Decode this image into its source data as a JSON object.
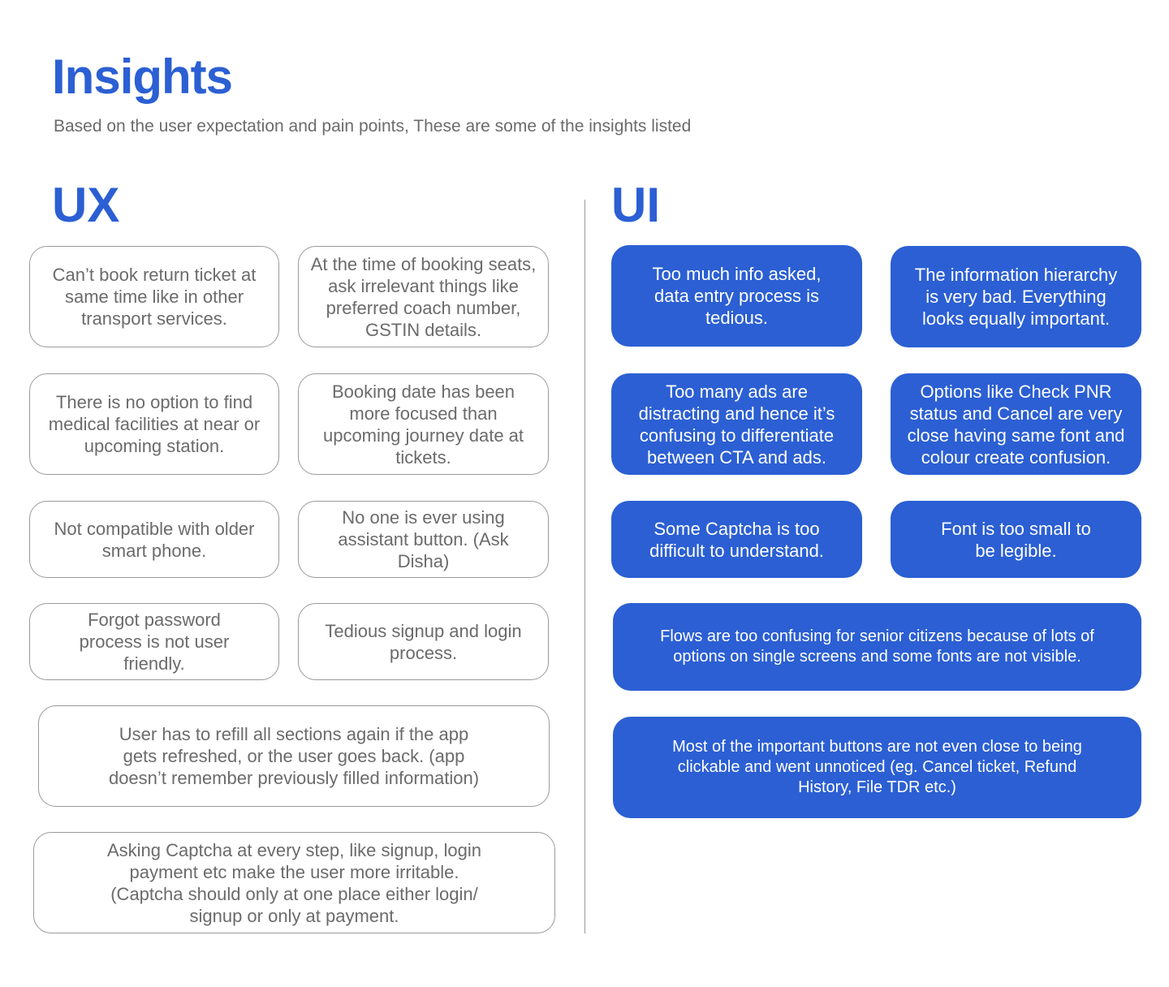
{
  "header": {
    "title": "Insights",
    "subtitle": "Based on the user expectation and pain points, These are some of the insights listed"
  },
  "colors": {
    "accent": "#2b5fd3",
    "text_gray": "#6b6b6b",
    "border": "#9a9a9a"
  },
  "ux": {
    "heading": "UX",
    "items": [
      "Can’t book return ticket at same time like in other transport services.",
      "At the time of booking seats, ask irrelevant things like preferred coach number, GSTIN details.",
      "There is no option to find medical facilities at near or upcoming station.",
      "Booking date has been more focused than upcoming journey date at tickets.",
      "Not compatible with older smart phone.",
      "No one is ever using assistant button. (Ask Disha)",
      "Forgot password process is not user friendly.",
      "Tedious signup and login process.",
      "User has to refill all sections again if the app gets refreshed, or the user goes back. (app doesn’t remember previously filled information)",
      "Asking Captcha at every step, like signup, login payment etc make the user more irritable. (Captcha should only at one place either login/ signup or only at payment."
    ]
  },
  "ui": {
    "heading": "UI",
    "items": [
      "Too much info asked, data entry process is tedious.",
      "The information hierarchy is very bad. Everything looks equally important.",
      "Too many ads are distracting and hence it’s confusing to differentiate between CTA and ads.",
      "Options like Check PNR status and Cancel are very close having same font and colour create confusion.",
      "Some Captcha is too difficult to understand.",
      "Font is too small to be legible.",
      "Flows are too confusing for senior citizens because of lots of options on single screens and some fonts are not visible.",
      "Most of the important buttons are not even close to being clickable and went unnoticed (eg. Cancel ticket, Refund History, File TDR etc.)"
    ]
  }
}
